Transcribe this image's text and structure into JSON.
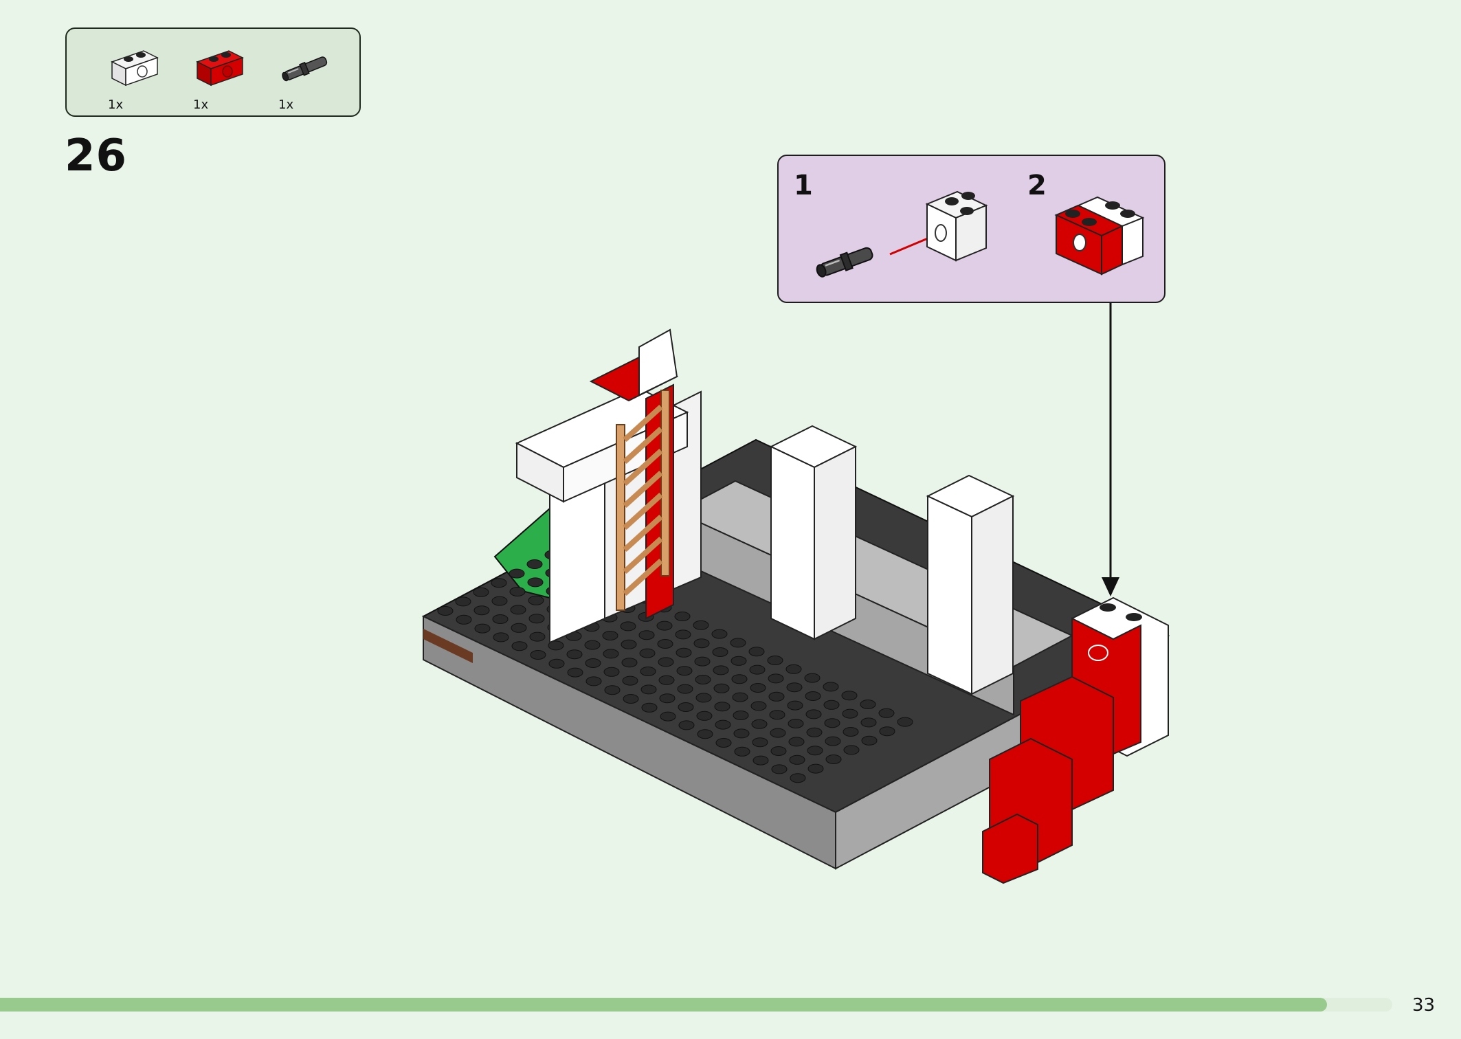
{
  "parts_list": {
    "items": [
      {
        "name": "white-technic-brick-1x2",
        "quantity": "1x",
        "color": "#ffffff"
      },
      {
        "name": "red-technic-brick-1x2",
        "quantity": "1x",
        "color": "#d40000"
      },
      {
        "name": "black-connector-pin",
        "quantity": "1x",
        "color": "#3a3a3a"
      }
    ]
  },
  "step": {
    "number": "26"
  },
  "callout": {
    "substeps": [
      {
        "number": "1"
      },
      {
        "number": "2"
      }
    ]
  },
  "page": {
    "number": "33",
    "progress": 0.953
  },
  "colors": {
    "background": "#eaf5ea",
    "parts_box": "#d9e8d7",
    "callout": "#e0cde6",
    "progress": "#98c98d",
    "brick_red": "#d40000",
    "brick_white": "#ffffff",
    "plate_dark": "#3a3a3a",
    "plate_grey": "#8c8c8c",
    "ladder": "#d9a06a",
    "grass": "#2cae4a"
  }
}
